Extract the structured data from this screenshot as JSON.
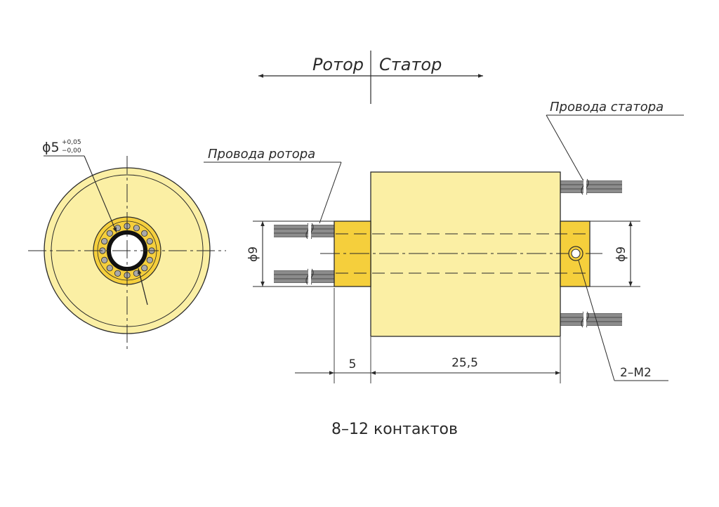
{
  "header": {
    "rotor": "Ротор",
    "stator": "Статор"
  },
  "labels": {
    "rotor_wires": "Провода ротора",
    "stator_wires": "Провода статора",
    "bore_diameter": "ϕ5",
    "bore_tol_upper": "+0,05",
    "bore_tol_lower": "−0,00",
    "mount_thread": "2–M2"
  },
  "dimensions": {
    "left_hub_diameter": "ϕ9",
    "right_hub_diameter": "ϕ9",
    "hub_length": "5",
    "body_length": "25,5"
  },
  "caption": "8–12 контактов",
  "colors": {
    "body": "#fbefa4",
    "hub": "#f5cf3c",
    "line": "#2a2a2a",
    "wire": "#8c8c8c"
  }
}
